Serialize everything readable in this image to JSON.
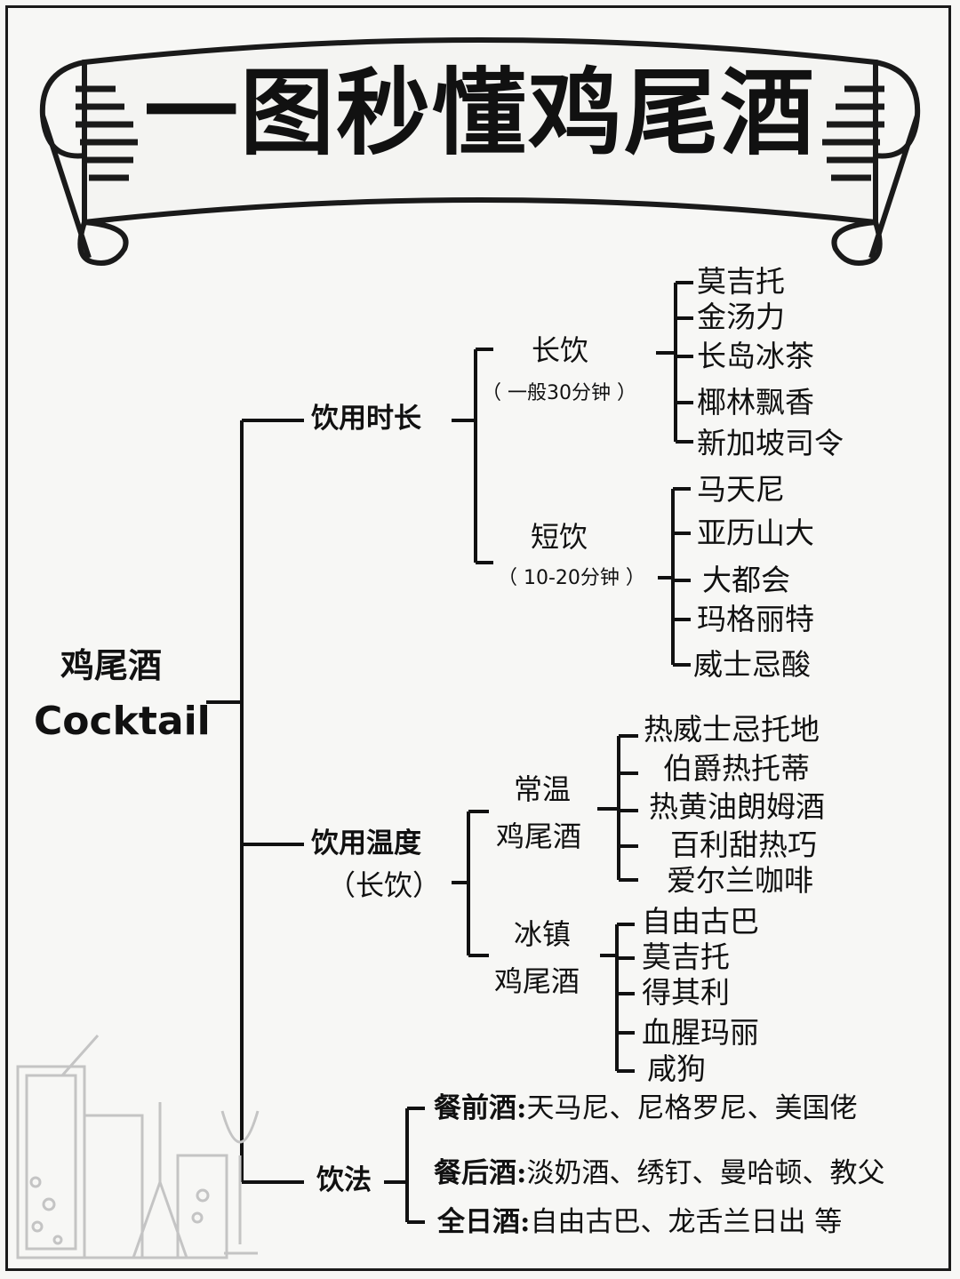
{
  "title": "一图秒懂鸡尾酒",
  "root": {
    "zh": "鸡尾酒",
    "en": "Cocktail"
  },
  "branches": {
    "duration": {
      "label": "饮用时长",
      "long": {
        "label": "长饮",
        "note": "（ 一般30分钟 ）",
        "items": [
          "莫吉托",
          "金汤力",
          "长岛冰茶",
          "椰林飘香",
          "新加坡司令"
        ]
      },
      "short": {
        "label": "短饮",
        "note": "（ 10-20分钟 ）",
        "items": [
          "马天尼",
          "亚历山大",
          "大都会",
          "玛格丽特",
          "威士忌酸"
        ]
      }
    },
    "temperature": {
      "label": "饮用温度",
      "note": "（长饮）",
      "room": {
        "label_1": "常温",
        "label_2": "鸡尾酒",
        "items": [
          "热威士忌托地",
          "伯爵热托蒂",
          "热黄油朗姆酒",
          "百利甜热巧",
          "爱尔兰咖啡"
        ]
      },
      "iced": {
        "label_1": "冰镇",
        "label_2": "鸡尾酒",
        "items": [
          "自由古巴",
          "莫吉托",
          "得其利",
          "血腥玛丽",
          "咸狗"
        ]
      }
    },
    "usage": {
      "label": "饮法",
      "rows": [
        {
          "head": "餐前酒:",
          "text": "天马尼、尼格罗尼、美国佬"
        },
        {
          "head": "餐后酒:",
          "text": "淡奶酒、绣钉、曼哈顿、教父"
        },
        {
          "head": "全日酒:",
          "text": "自由古巴、龙舌兰日出 等"
        }
      ]
    }
  }
}
